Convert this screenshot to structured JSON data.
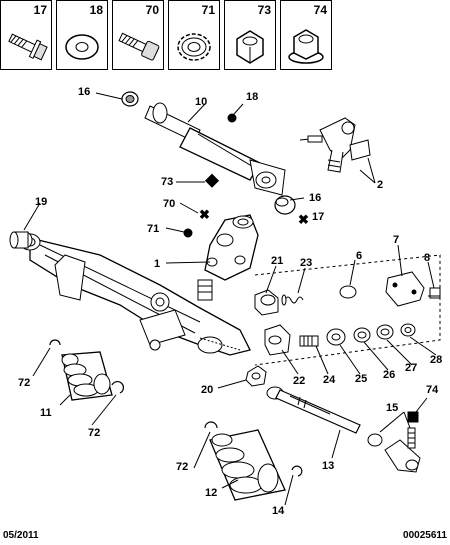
{
  "legend": [
    {
      "id": "17",
      "icon": "flange-bolt-icon"
    },
    {
      "id": "18",
      "icon": "flat-washer-icon"
    },
    {
      "id": "70",
      "icon": "socket-screw-icon"
    },
    {
      "id": "71",
      "icon": "serrated-washer-icon"
    },
    {
      "id": "73",
      "icon": "hex-nut-icon"
    },
    {
      "id": "74",
      "icon": "flange-nut-icon"
    }
  ],
  "callouts": [
    "16",
    "10",
    "18",
    "2",
    "73",
    "16",
    "17",
    "70",
    "71",
    "19",
    "1",
    "21",
    "23",
    "6",
    "7",
    "8",
    "72",
    "11",
    "72",
    "20",
    "22",
    "24",
    "25",
    "26",
    "27",
    "28",
    "74",
    "15",
    "13",
    "72",
    "12",
    "14"
  ],
  "footer": {
    "date": "05/2011",
    "ref": "00025611"
  }
}
